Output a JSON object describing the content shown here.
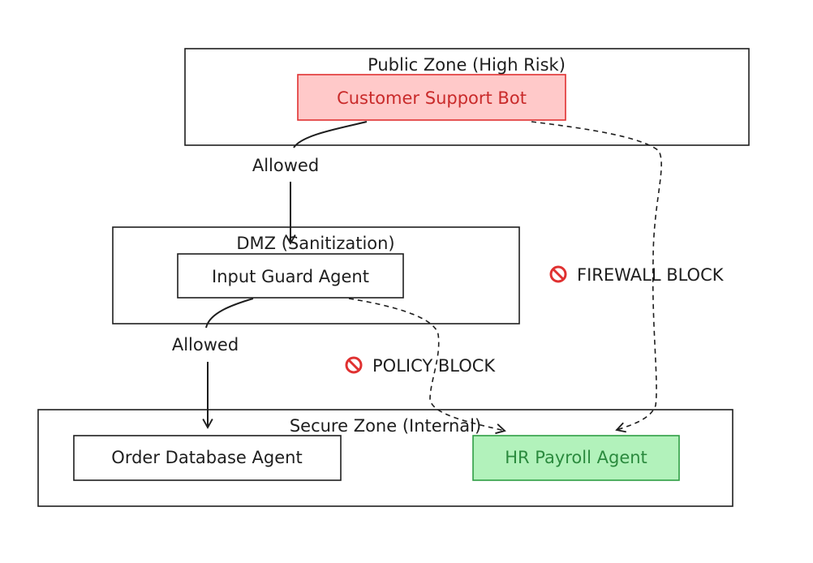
{
  "zones": {
    "public": {
      "label": "Public Zone (High Risk)"
    },
    "dmz": {
      "label": "DMZ (Sanitization)"
    },
    "secure": {
      "label": "Secure Zone (Internal)"
    }
  },
  "nodes": {
    "customer_support_bot": {
      "label": "Customer Support Bot"
    },
    "input_guard_agent": {
      "label": "Input Guard Agent"
    },
    "order_database_agent": {
      "label": "Order Database Agent"
    },
    "hr_payroll_agent": {
      "label": "HR Payroll Agent"
    }
  },
  "edges": {
    "bot_to_guard": {
      "label": "Allowed"
    },
    "guard_to_order": {
      "label": "Allowed"
    },
    "guard_to_hr": {
      "label": "POLICY BLOCK",
      "icon": "prohibited-icon"
    },
    "bot_to_hr": {
      "label": "FIREWALL BLOCK",
      "icon": "prohibited-icon"
    }
  },
  "colors": {
    "stroke": "#1e1e1e",
    "danger_fill": "#ffc9c9",
    "danger_stroke": "#e03131",
    "danger_text": "#c92a2a",
    "safe_fill": "#b2f2bb",
    "safe_stroke": "#2f9e44",
    "safe_text": "#2b8a3e",
    "block_icon": "#e03131"
  }
}
